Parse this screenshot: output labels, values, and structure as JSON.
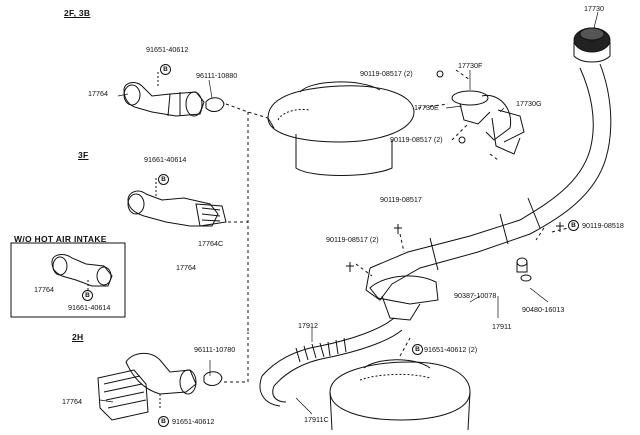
{
  "sections": {
    "f2_3b": "2F, 3B",
    "f3": "3F",
    "wo_hot_air": "W/O HOT AIR INTAKE",
    "h2": "2H"
  },
  "markers": {
    "b": "B"
  },
  "parts": {
    "p17730": "17730",
    "p17730F": "17730F",
    "p17730E": "17730E",
    "p17730G": "17730G",
    "bolt_2_top": "90119-08517 (2)",
    "bolt_2_mid": "90119-08517 (2)",
    "bolt_mid": "90119-08517",
    "bolt_2_lower": "90119-08517 (2)",
    "bolt_right": "90119-08518",
    "clip_a": "90387-10078",
    "clip_b": "90480-16013",
    "p17911": "17911",
    "p17912": "17912",
    "band_2": "91651-40612 (2)",
    "p17911C": "17911C",
    "top_band": "91651-40612",
    "top_17764": "17764",
    "top_clamp": "96111-10880",
    "f3_band": "91661-40614",
    "f3_17764C": "17764C",
    "f3_17764": "17764",
    "wo_17764": "17764",
    "wo_band": "91661-40614",
    "h2_clamp": "96111-10780",
    "h2_17764": "17764",
    "h2_band": "91651-40612"
  }
}
